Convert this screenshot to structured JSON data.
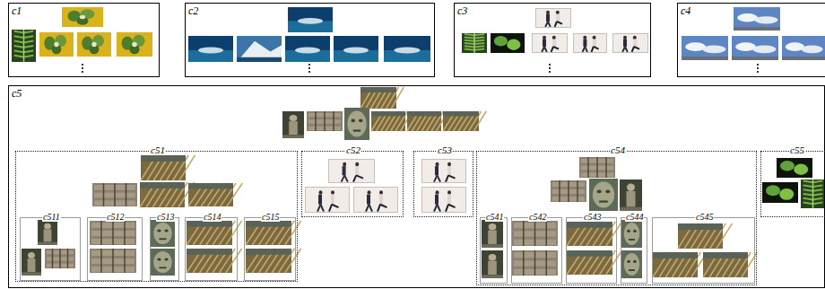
{
  "diagram": {
    "nodes": [
      {
        "text": [
          "c1"
        ]
      },
      {
        "text": [
          "c2"
        ]
      },
      {
        "text": [
          "c3"
        ]
      },
      {
        "text": [
          "c4"
        ]
      },
      {
        "text": [
          "c5"
        ]
      },
      {
        "text": [
          "c51"
        ],
        "in": 4
      },
      {
        "text": [
          "c511"
        ],
        "in": 5
      },
      {
        "text": [
          "c512"
        ],
        "in": 5
      },
      {
        "text": [
          "c513"
        ],
        "in": 5
      },
      {
        "text": [
          "c514"
        ],
        "in": 5
      },
      {
        "text": [
          "c515"
        ],
        "in": 5
      },
      {
        "text": [
          "c52"
        ],
        "in": 4
      },
      {
        "text": [
          "c53"
        ],
        "in": 4
      },
      {
        "text": [
          "c54"
        ],
        "in": 4
      },
      {
        "text": [
          "c541"
        ],
        "in": 13
      },
      {
        "text": [
          "c542"
        ],
        "in": 13
      },
      {
        "text": [
          "c543"
        ],
        "in": 13
      },
      {
        "text": [
          "c544"
        ],
        "in": 13
      },
      {
        "text": [
          "c545"
        ],
        "in": 13
      },
      {
        "text": [
          "c55"
        ],
        "in": 4
      }
    ]
  }
}
